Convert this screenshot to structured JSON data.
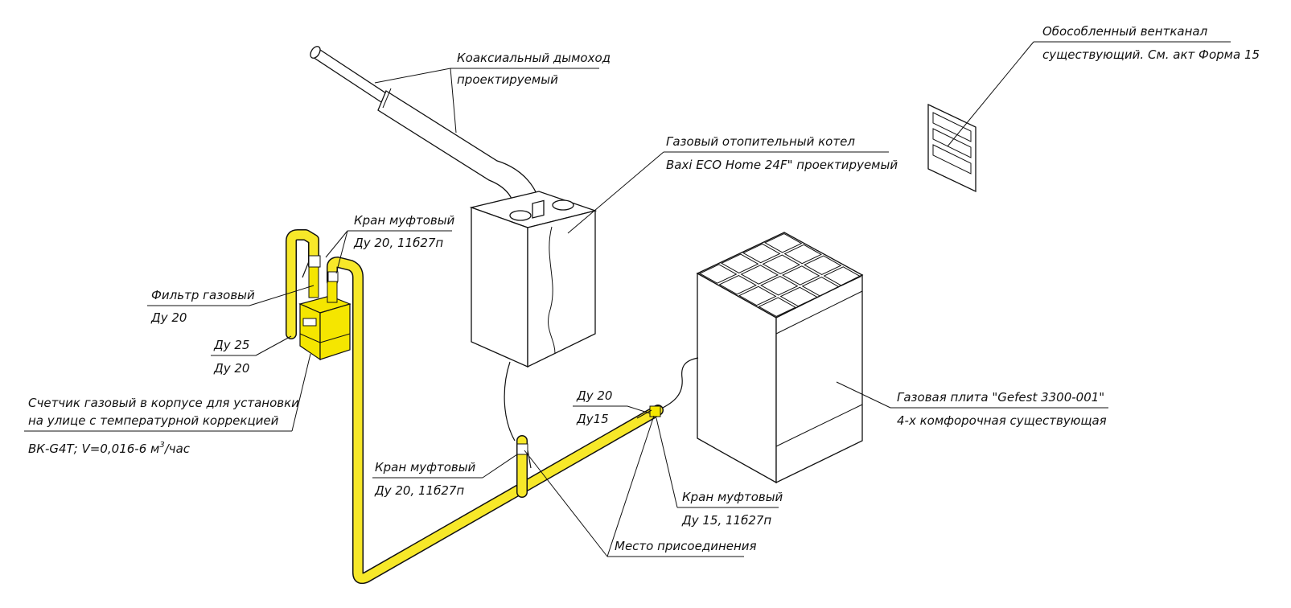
{
  "colors": {
    "gas_pipe": "#f7e829",
    "meter_body": "#f5e600",
    "line": "#111111",
    "background": "#ffffff"
  },
  "labels": {
    "chimney_l1": "Коаксиальный дымоход",
    "chimney_l2": "проектируемый",
    "vent_l1": "Обособленный вентканал",
    "vent_l2": "существующий. См. акт Форма 15",
    "boiler_l1": "Газовый отопительный котел",
    "boiler_l2": "Baxi ECO Home 24F\" проектируемый",
    "valve_top_l1": "Кран муфтовый",
    "valve_top_l2": "Ду 20, 11б27п",
    "filter_l1": "Фильтр газовый",
    "filter_l2": "Ду 20",
    "reducer_l1": "Ду 25",
    "reducer_l2": "Ду 20",
    "meter_l1": "Счетчик газовый в корпусе для установки",
    "meter_l2": "на улице с температурной коррекцией",
    "meter_l3": "ВК-G4Т; V=0,016-6 м",
    "meter_l3_sup": "3",
    "meter_l3_end": "/час",
    "stove_l1": "Газовая плита \"Gefest 3300-001\"",
    "stove_l2": "4-х комфорочная существующая",
    "pipe_size_l1": "Ду 20",
    "pipe_size_l2": "Ду15",
    "valve_mid_l1": "Кран муфтовый",
    "valve_mid_l2": "Ду 20, 11б27п",
    "valve_right_l1": "Кран муфтовый",
    "valve_right_l2": "Ду 15, 11б27п",
    "connection": "Место присоединения"
  },
  "icons": {
    "boiler": "wall-gas-boiler-icon",
    "stove": "gas-stove-icon",
    "meter": "gas-meter-icon",
    "vent": "vent-grille-icon",
    "chimney": "coaxial-chimney-icon",
    "valve": "ball-valve-icon"
  }
}
